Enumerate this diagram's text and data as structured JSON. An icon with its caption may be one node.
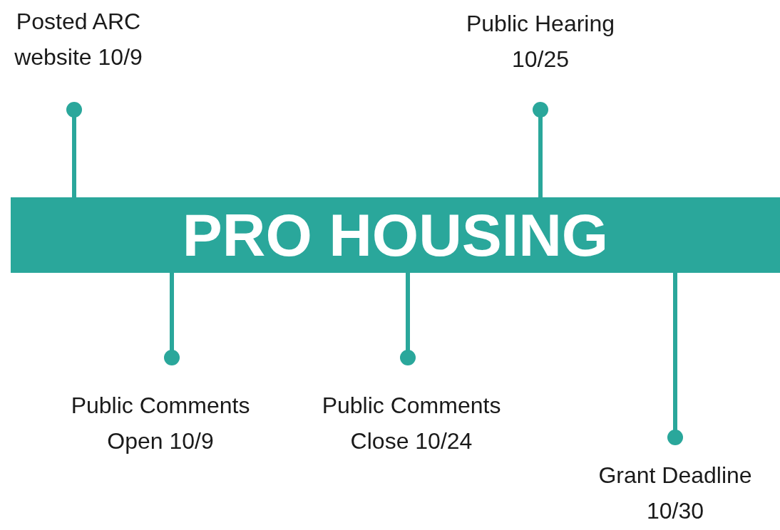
{
  "diagram": {
    "nodes": [
      {
        "text": [
          "Posted ARC website 10/9"
        ]
      },
      {
        "text": [
          "Public Hearing 10/25"
        ]
      },
      {
        "text": [
          "PRO HOUSING"
        ]
      },
      {
        "text": [
          "Public Comments Open 10/9"
        ]
      },
      {
        "text": [
          "Public Comments Close 10/24"
        ]
      },
      {
        "text": [
          "Grant Deadline 10/30"
        ]
      }
    ],
    "edges": [
      {
        "from": 2,
        "to": 0,
        "arrow": "other"
      },
      {
        "from": 2,
        "to": 1,
        "arrow": "other"
      },
      {
        "from": 2,
        "to": 3,
        "arrow": "other"
      },
      {
        "from": 2,
        "to": 4,
        "arrow": "other"
      },
      {
        "from": 2,
        "to": 5,
        "arrow": "other"
      }
    ]
  }
}
